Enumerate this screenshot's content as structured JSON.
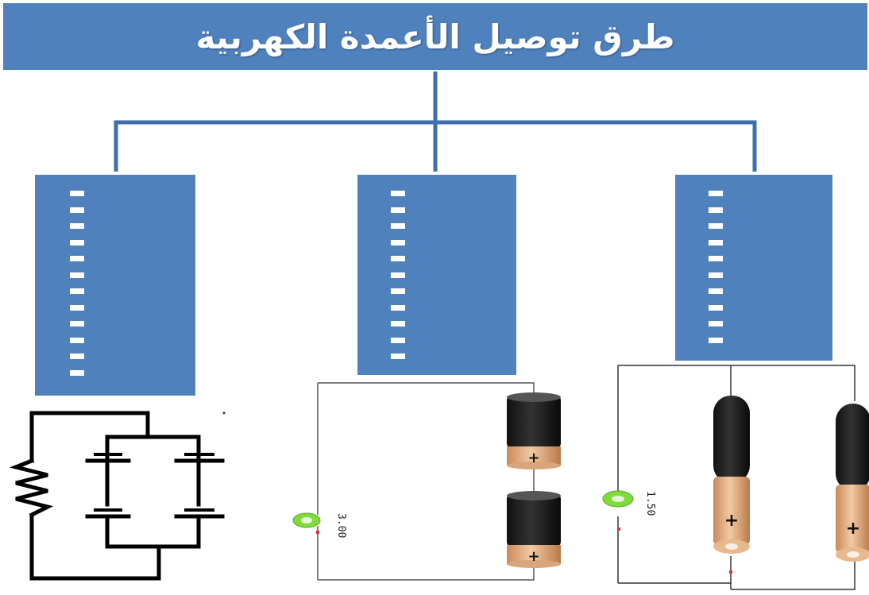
{
  "title": "طرق توصيل الأعمدة الكهربية",
  "branches": [
    {
      "name": "left-branch"
    },
    {
      "name": "middle-branch"
    },
    {
      "name": "right-branch"
    }
  ],
  "middle_meter_reading": "3.00",
  "right_meter_reading": "1.50",
  "battery_polarity": "+",
  "colors": {
    "title_bg": "#4f81bd",
    "box_bg": "#4f81bd",
    "connector": "#3d6fae",
    "meter": "#7fdc3a"
  }
}
